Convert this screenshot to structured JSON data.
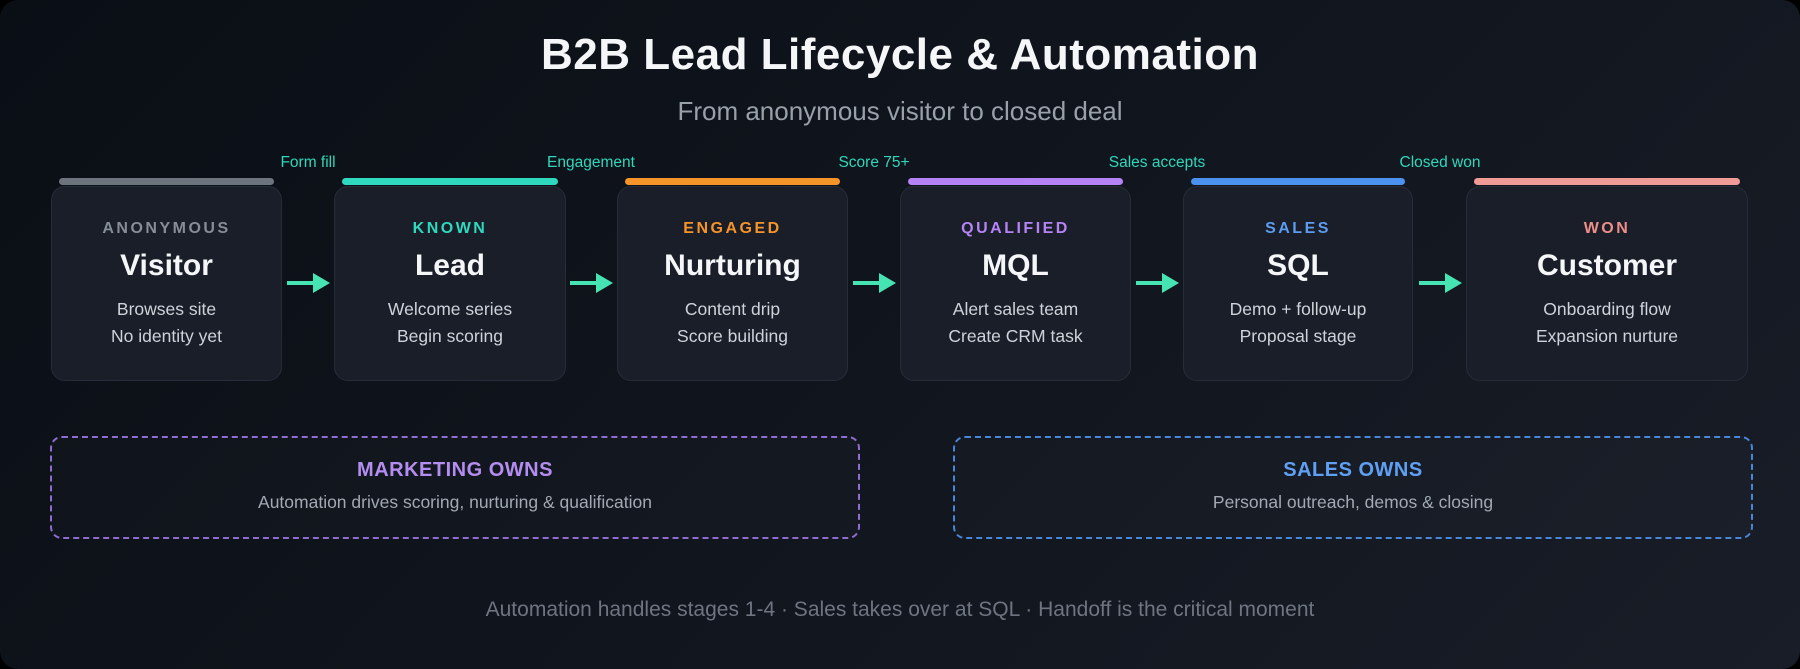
{
  "header": {
    "title": "B2B Lead Lifecycle & Automation",
    "subtitle": "From anonymous visitor to closed deal"
  },
  "stages": [
    {
      "stage": "ANONYMOUS",
      "title": "Visitor",
      "lines": [
        "Browses site",
        "No identity yet"
      ],
      "color": "#878d96",
      "bar_color": "#6e747e"
    },
    {
      "stage": "KNOWN",
      "title": "Lead",
      "lines": [
        "Welcome series",
        "Begin scoring"
      ],
      "color": "#2fd9be",
      "bar_color": "#2fd9be"
    },
    {
      "stage": "ENGAGED",
      "title": "Nurturing",
      "lines": [
        "Content drip",
        "Score building"
      ],
      "color": "#f59428",
      "bar_color": "#f59428"
    },
    {
      "stage": "QUALIFIED",
      "title": "MQL",
      "lines": [
        "Alert sales team",
        "Create CRM task"
      ],
      "color": "#b583f5",
      "bar_color": "#b583f5"
    },
    {
      "stage": "SALES",
      "title": "SQL",
      "lines": [
        "Demo + follow-up",
        "Proposal stage"
      ],
      "color": "#5c9cf2",
      "bar_color": "#4b91ee"
    },
    {
      "stage": "WON",
      "title": "Customer",
      "lines": [
        "Onboarding flow",
        "Expansion nurture"
      ],
      "color": "#ee8e89",
      "bar_color": "#f09b96"
    }
  ],
  "transitions": [
    {
      "label": "Form fill"
    },
    {
      "label": "Engagement"
    },
    {
      "label": "Score 75+"
    },
    {
      "label": "Sales accepts"
    },
    {
      "label": "Closed won"
    }
  ],
  "ownership": [
    {
      "title": "MARKETING OWNS",
      "subtitle": "Automation drives scoring, nurturing & qualification",
      "color": "#b48df0",
      "border": "#8f6cd0"
    },
    {
      "title": "SALES OWNS",
      "subtitle": "Personal outreach, demos & closing",
      "color": "#5fa0f5",
      "border": "#4a86d8"
    }
  ],
  "footer": "Automation handles stages 1-4 · Sales takes over at SQL · Handoff is the critical moment",
  "colors": {
    "background_dark": "#0a0e15",
    "background_light": "#181d27",
    "card_background": "#191e28",
    "card_border": "#272d38",
    "arrow": "#47e4b3",
    "transition_label": "#2ed8bc",
    "title_text": "#f4f6f8",
    "subtitle_text": "#98a0aa",
    "body_text": "#ced3d9",
    "footer_text": "#6e7580"
  }
}
